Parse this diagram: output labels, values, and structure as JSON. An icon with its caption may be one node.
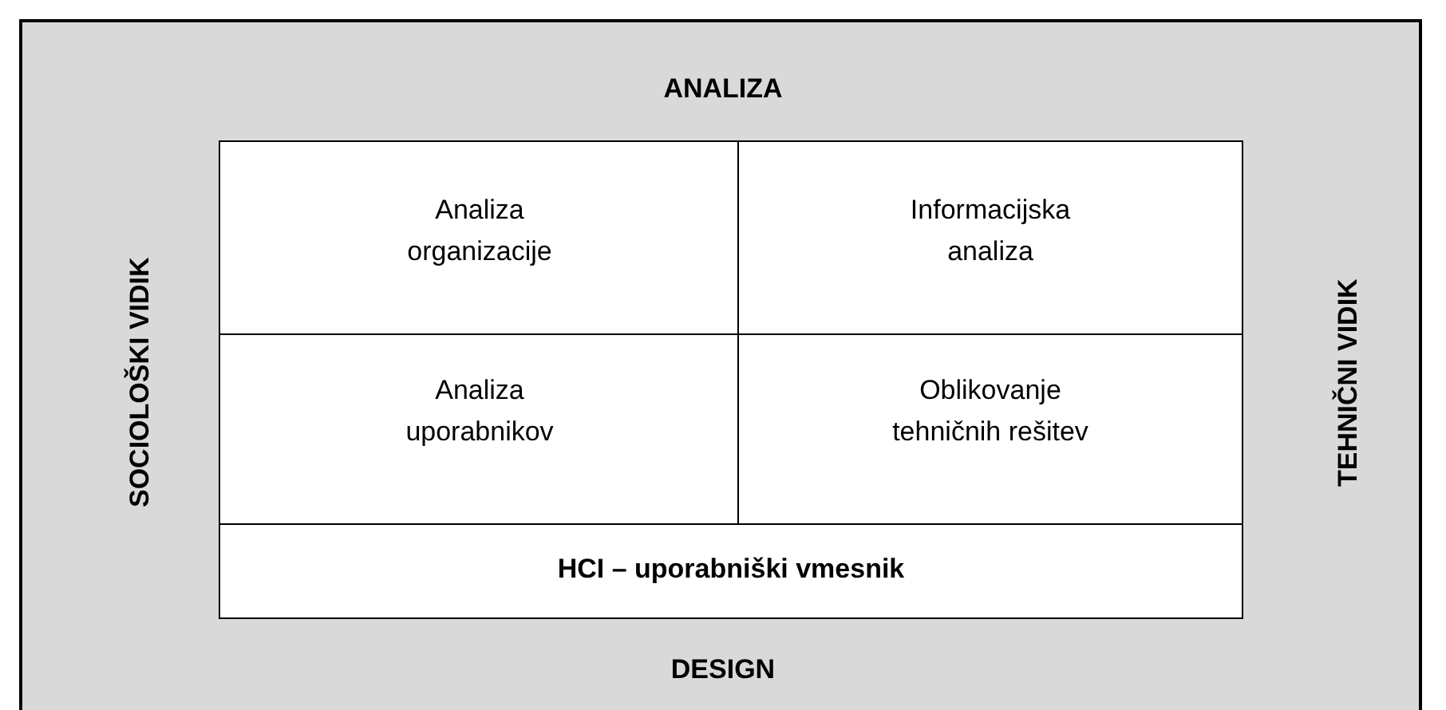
{
  "diagram": {
    "nodes": [
      {
        "text": [
          "Analiza organizacije"
        ]
      },
      {
        "text": [
          "Informacijska analiza"
        ]
      },
      {
        "text": [
          "Analiza uporabnikov"
        ]
      },
      {
        "text": [
          "Oblikovanje tehničnih rešitev"
        ]
      },
      {
        "text": [
          "HCI – uporabniški vmesnik"
        ]
      }
    ],
    "labels": [
      "ANALIZA",
      "SOCIOLOŠKI VIDIK",
      "TEHNIČNI VIDIK",
      "DESIGN"
    ]
  }
}
